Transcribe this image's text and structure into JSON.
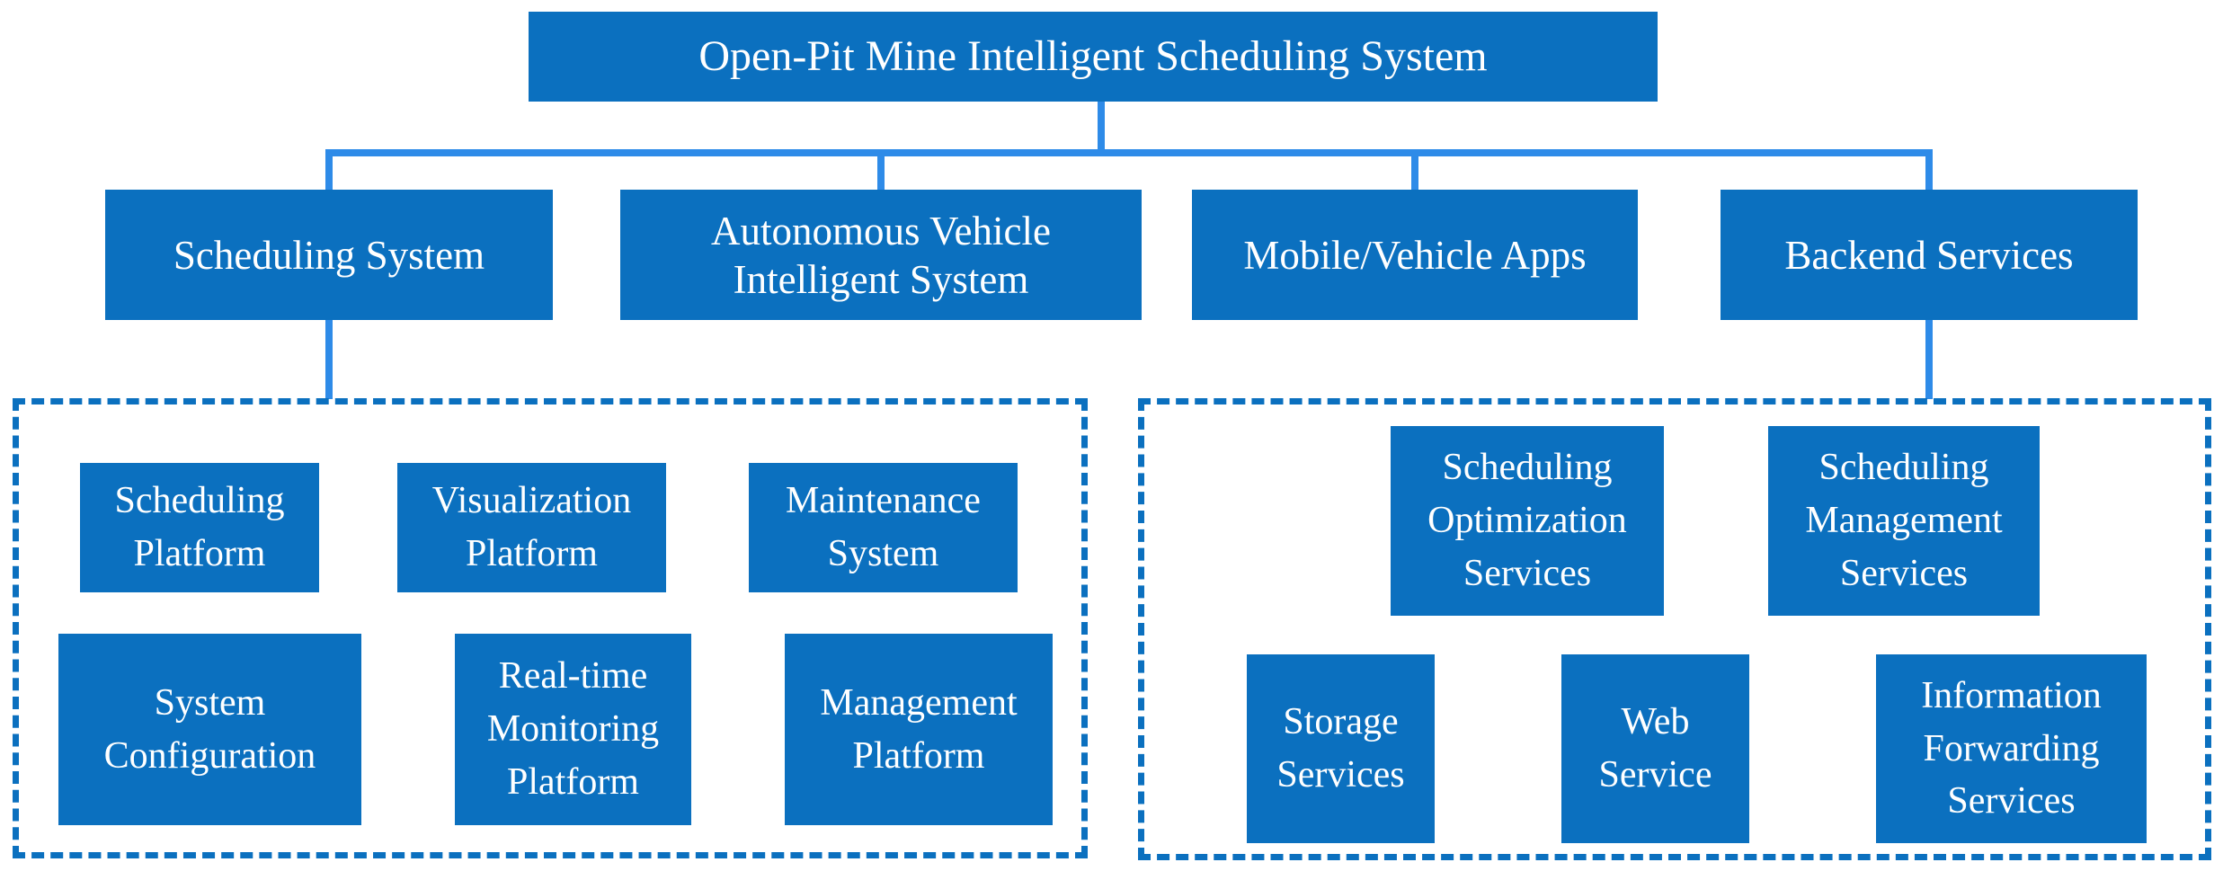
{
  "root": {
    "label": "Open-Pit Mine Intelligent Scheduling System"
  },
  "level2": [
    {
      "label": "Scheduling System"
    },
    {
      "label": "Autonomous Vehicle Intelligent System"
    },
    {
      "label": "Mobile/Vehicle Apps"
    },
    {
      "label": "Backend Services"
    }
  ],
  "scheduling_subsystem": {
    "row1": [
      {
        "label": "Scheduling Platform"
      },
      {
        "label": "Visualization Platform"
      },
      {
        "label": "Maintenance System"
      }
    ],
    "row2": [
      {
        "label": "System Configuration"
      },
      {
        "label": "Real-time Monitoring Platform"
      },
      {
        "label": "Management Platform"
      }
    ]
  },
  "backend_subsystem": {
    "row1": [
      {
        "label": "Scheduling Optimization Services"
      },
      {
        "label": "Scheduling Management Services"
      }
    ],
    "row2": [
      {
        "label": "Storage Services"
      },
      {
        "label": "Web Service"
      },
      {
        "label": "Information Forwarding Services"
      }
    ]
  },
  "colors": {
    "box_fill": "#0b70bf",
    "connector_line": "#2e8be8",
    "dashed_border": "#0b70bf",
    "text": "#ffffff",
    "background": "#ffffff"
  }
}
